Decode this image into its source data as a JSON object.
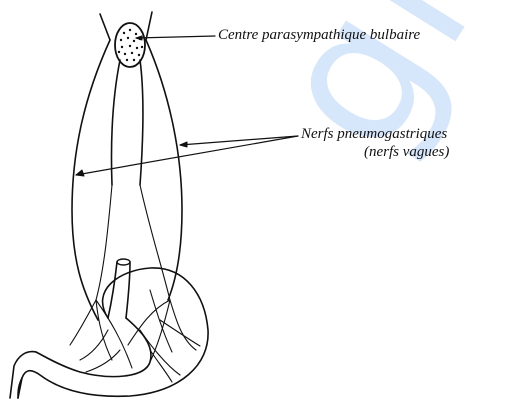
{
  "labels": {
    "centre": "Centre parasympathique bulbaire",
    "nerfs_line1": "Nerfs pneumogastriques",
    "nerfs_line2": "(nerfs vagues)"
  },
  "watermark": {
    "text": "gra",
    "color": "#d6e6fb"
  },
  "colors": {
    "ink": "#111111",
    "background": "#ffffff"
  }
}
